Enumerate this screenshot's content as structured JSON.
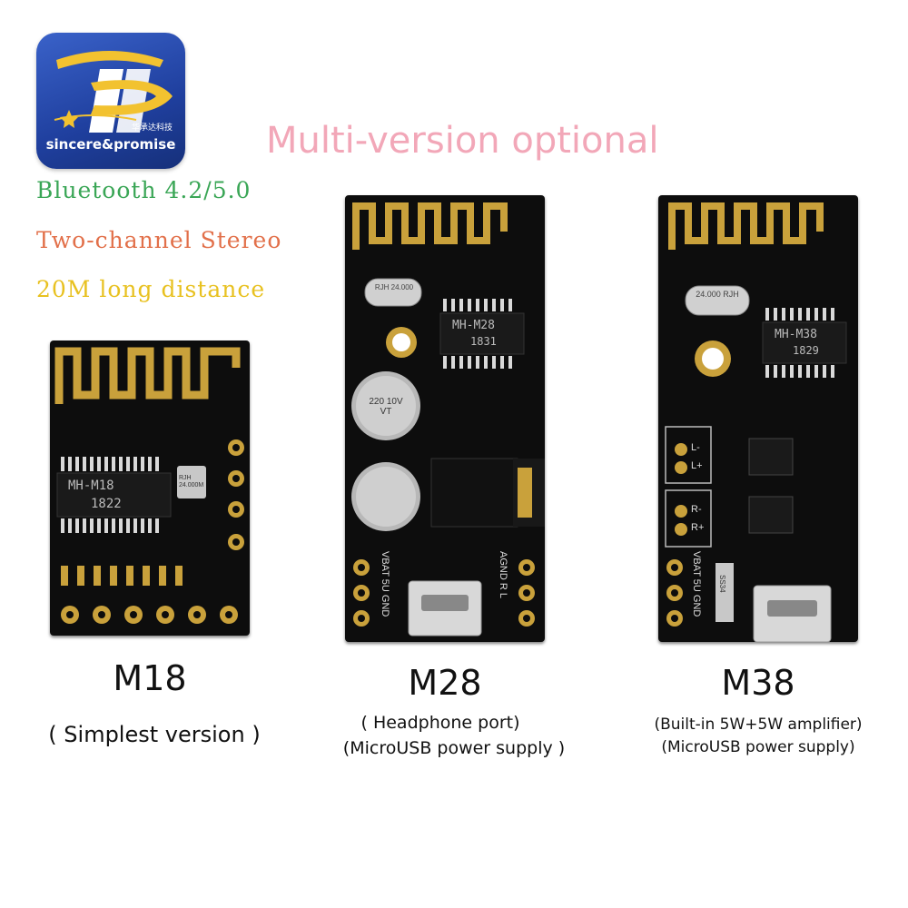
{
  "logo": {
    "brand_text": "sincere&promise",
    "brand_cn": "华承达科技"
  },
  "headline": "Multi-version optional",
  "features": [
    {
      "text": "Bluetooth 4.2/5.0",
      "color": "#3aa656"
    },
    {
      "text": "Two-channel Stereo",
      "color": "#e2704a"
    },
    {
      "text": "20M long distance",
      "color": "#e8c120"
    }
  ],
  "boards": [
    {
      "model": "M18",
      "desc": [
        "( Simplest version )"
      ],
      "chip_label": "MH-M18",
      "chip_code": "1822",
      "crystal": "RJH 24.000M"
    },
    {
      "model": "M28",
      "desc": [
        "( Headphone port)",
        "(MicroUSB power supply )"
      ],
      "chip_label": "MH-M28",
      "chip_code": "1831",
      "crystal": "RJH 24.000",
      "cap_label": "220 10V VT",
      "pins_left": "VBAT 5U GND",
      "pins_right": "AGND R L"
    },
    {
      "model": "M38",
      "desc": [
        "(Built-in 5W+5W amplifier)",
        "(MicroUSB power supply)"
      ],
      "chip_label": "MH-M38",
      "chip_code": "1829",
      "crystal": "24.000 RJH",
      "pins_left": "VBAT 5U GND",
      "out_l": "L- L+",
      "out_r": "R- R+",
      "diode": "SS34"
    }
  ]
}
